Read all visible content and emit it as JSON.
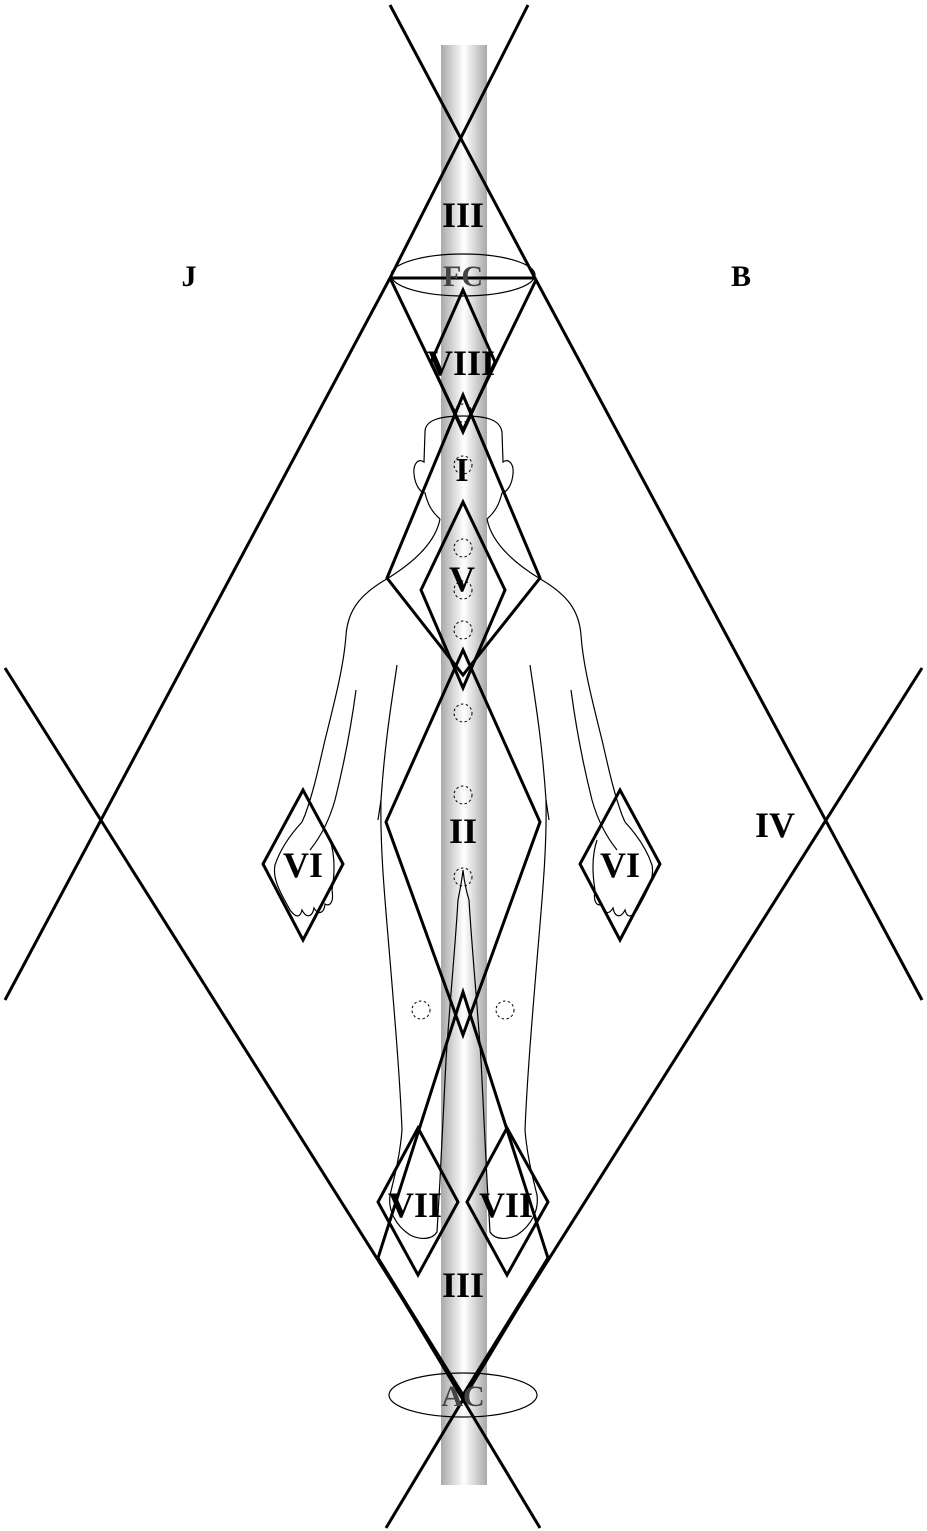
{
  "labels": {
    "top_region": "III",
    "bottom_region": "III",
    "upper_center": "FC",
    "lower_center": "AC",
    "left_field": "J",
    "right_field": "B",
    "right_side": "IV",
    "crown": "VIII",
    "head": "I",
    "chest": "V",
    "torso": "II",
    "left_hand": "VI",
    "right_hand": "VI",
    "left_foot": "VII",
    "right_foot": "VII"
  },
  "colors": {
    "line": "#000000",
    "axis_edge": "#ababab",
    "axis_center": "#ffffff"
  }
}
